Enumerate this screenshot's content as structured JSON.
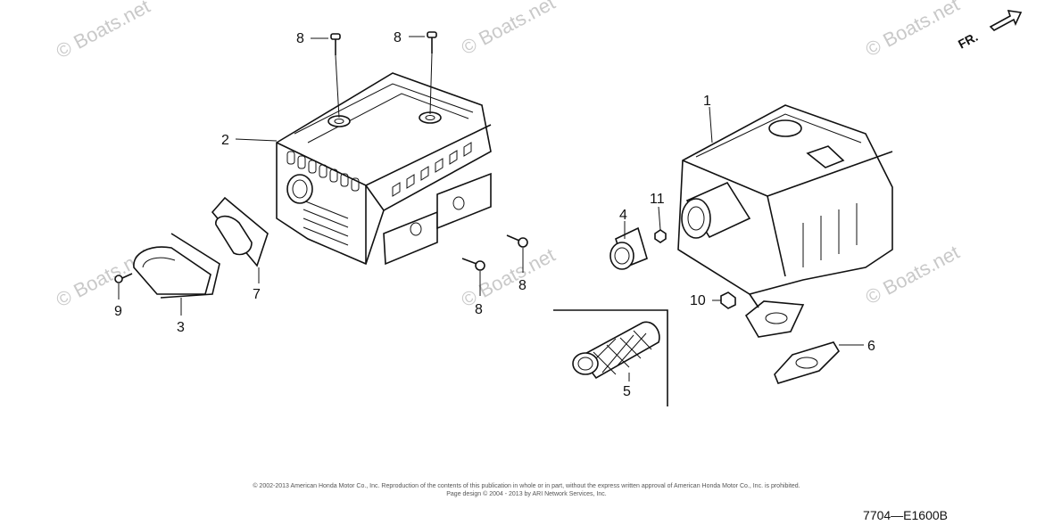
{
  "watermark": "© Boats.net",
  "direction_label": "FR.",
  "callouts": {
    "muffler": "1",
    "protector": "2",
    "cover_left": "3",
    "spark_arrester_cap": "4",
    "spark_arrester": "5",
    "gasket": "6",
    "cover_plate": "7",
    "bolt_top_a": "8",
    "bolt_top_b": "8",
    "bolt_side_a": "8",
    "bolt_side_b": "8",
    "screw_small": "9",
    "nut": "10",
    "screw_cap": "11"
  },
  "footer": {
    "line1": "© 2002-2013 American Honda Motor Co., Inc. Reproduction of the contents of this publication in whole or in part, without the express written approval of American Honda Motor Co., Inc. is prohibited.",
    "line2": "Page design © 2004 - 2013 by ARI Network Services, Inc."
  },
  "diagram_code": "7704—E1600B"
}
